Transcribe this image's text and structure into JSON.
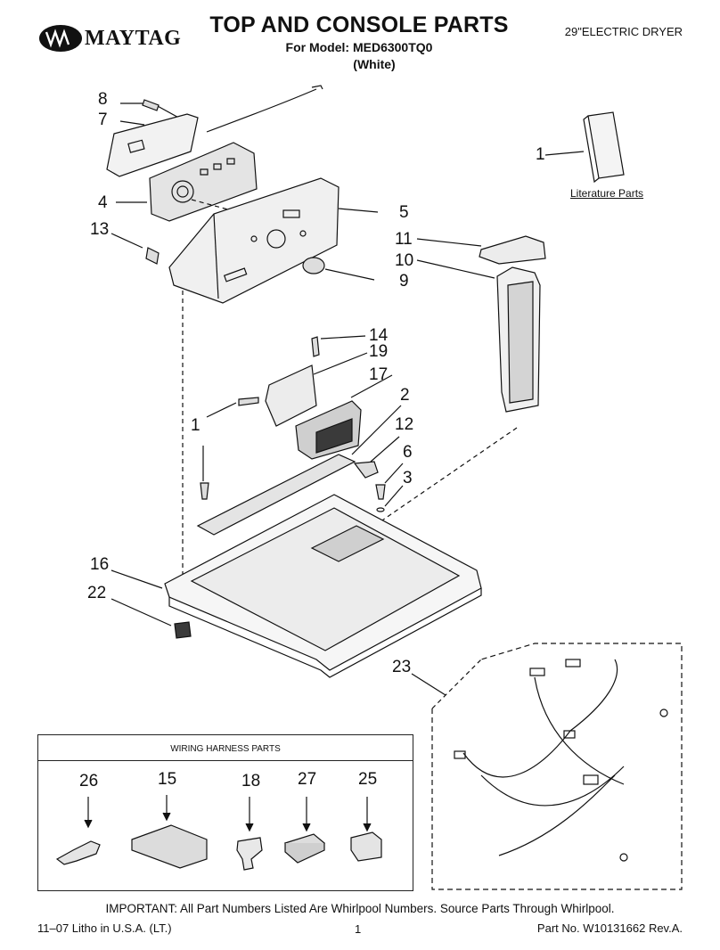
{
  "header": {
    "brand": "MAYTAG",
    "title": "TOP AND CONSOLE PARTS",
    "model_line": "For Model: MED6300TQ0",
    "color_variant": "(White)",
    "product_type": "29\"ELECTRIC DRYER"
  },
  "callouts": {
    "c1_literature": "1",
    "c1_screw": "1",
    "c2": "2",
    "c3": "3",
    "c4": "4",
    "c5": "5",
    "c6": "6",
    "c7": "7",
    "c8": "8",
    "c9": "9",
    "c10": "10",
    "c11": "11",
    "c12": "12",
    "c13": "13",
    "c14": "14",
    "c16": "16",
    "c17": "17",
    "c19": "19",
    "c22": "22",
    "c23": "23"
  },
  "literature_label": "Literature Parts",
  "harness_parts": {
    "title": "WIRING HARNESS PARTS",
    "items": [
      "26",
      "15",
      "18",
      "27",
      "25"
    ]
  },
  "footer": {
    "important_note": "IMPORTANT: All Part Numbers Listed Are Whirlpool Numbers. Source Parts Through Whirlpool.",
    "litho": "11–07 Litho in U.S.A. (LT.)",
    "page_number": "1",
    "part_number": "Part No. W10131662 Rev.A."
  },
  "colors": {
    "ink": "#111111",
    "panel_fill": "#e9e9e9",
    "dark_fill": "#3a3a3a"
  }
}
